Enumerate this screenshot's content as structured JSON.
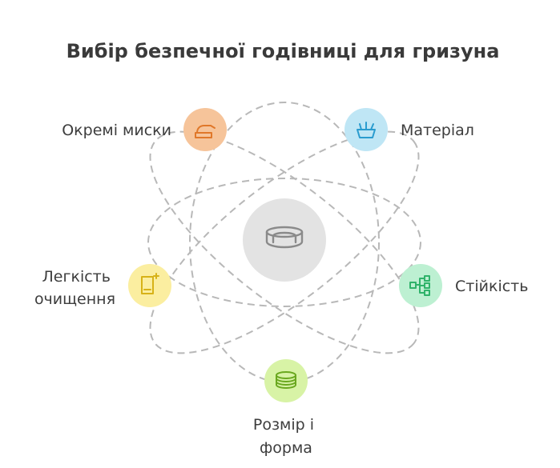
{
  "title": "Вибір безпечної годівниці для гризуна",
  "nodes": [
    {
      "label_lines": [
        "Окремі миски"
      ],
      "icon": "bowls-icon",
      "color": "#f6c49a",
      "ink": "#e0782a"
    },
    {
      "label_lines": [
        "Матеріал"
      ],
      "icon": "basket-icon",
      "color": "#bfe6f5",
      "ink": "#2a9ccf"
    },
    {
      "label_lines": [
        "Стійкість"
      ],
      "icon": "network-icon",
      "color": "#bdf0d2",
      "ink": "#2fb36a"
    },
    {
      "label_lines": [
        "Розмір і",
        "форма"
      ],
      "icon": "stack-icon",
      "color": "#d8f3a6",
      "ink": "#6aa81f"
    },
    {
      "label_lines": [
        "Легкість",
        "очищення"
      ],
      "icon": "document-icon",
      "color": "#fbeea0",
      "ink": "#d7b217"
    }
  ],
  "center": {
    "icon": "feeder-bowl-icon",
    "color": "#e3e3e3",
    "ink": "#8a8a8a"
  }
}
